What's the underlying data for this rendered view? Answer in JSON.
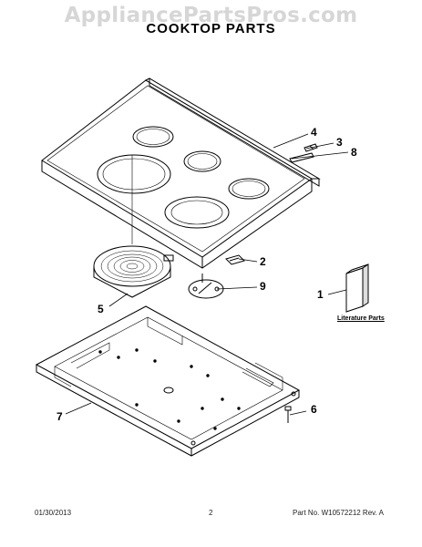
{
  "watermark": "AppliancePartsPros.com",
  "title": "COOKTOP PARTS",
  "callouts": {
    "c1": "1",
    "c2": "2",
    "c3": "3",
    "c4": "4",
    "c5": "5",
    "c6": "6",
    "c7": "7",
    "c8": "8",
    "c9": "9"
  },
  "literature_label": "Literature Parts",
  "footer": {
    "date": "01/30/2013",
    "page": "2",
    "part_no": "Part No. W10572212  Rev. A"
  }
}
